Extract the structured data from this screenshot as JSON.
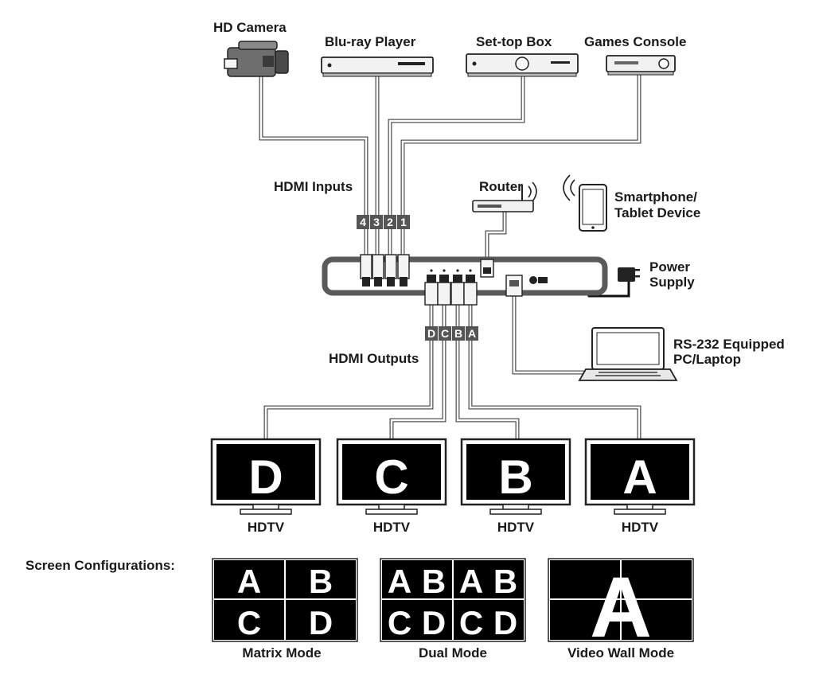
{
  "sources": {
    "camera": "HD Camera",
    "bluray": "Blu-ray Player",
    "settop": "Set-top Box",
    "games": "Games Console"
  },
  "labels": {
    "hdmi_inputs": "HDMI Inputs",
    "hdmi_outputs": "HDMI Outputs",
    "router": "Router",
    "smartphone_line1": "Smartphone/",
    "smartphone_line2": "Tablet Device",
    "power_line1": "Power",
    "power_line2": "Supply",
    "rs232_line1": "RS-232 Equipped",
    "rs232_line2": "PC/Laptop"
  },
  "input_tags": [
    "4",
    "3",
    "2",
    "1"
  ],
  "output_tags": [
    "D",
    "C",
    "B",
    "A"
  ],
  "displays": [
    {
      "letter": "D",
      "label": "HDTV"
    },
    {
      "letter": "C",
      "label": "HDTV"
    },
    {
      "letter": "B",
      "label": "HDTV"
    },
    {
      "letter": "A",
      "label": "HDTV"
    }
  ],
  "screen_configurations": {
    "title": "Screen Configurations:",
    "matrix": {
      "label": "Matrix Mode",
      "cells": [
        "A",
        "B",
        "C",
        "D"
      ]
    },
    "dual": {
      "label": "Dual Mode",
      "cells": [
        "A",
        "B",
        "A",
        "B",
        "C",
        "D",
        "C",
        "D"
      ]
    },
    "videowall": {
      "label": "Video Wall Mode",
      "letter": "A"
    }
  },
  "colors": {
    "screen": "#000000",
    "cable": "#555555",
    "tag": "#555555"
  }
}
